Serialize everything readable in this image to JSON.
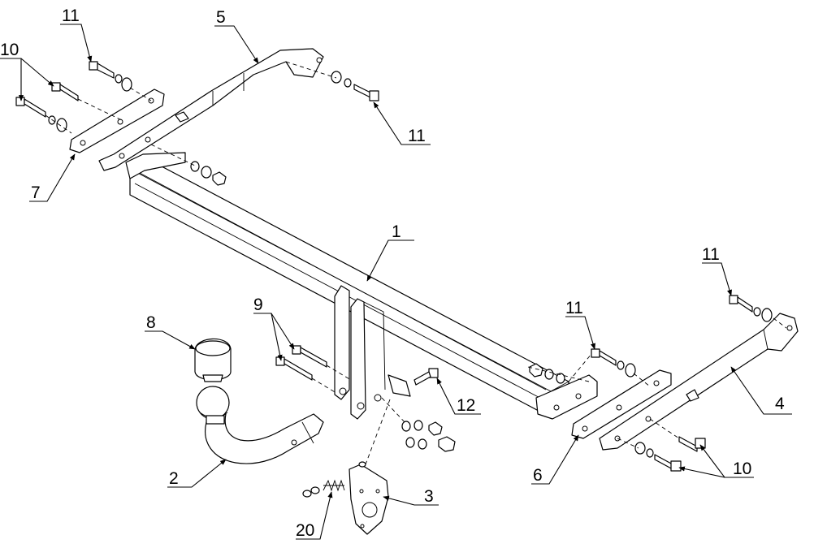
{
  "labels": {
    "l1": "1",
    "l2": "2",
    "l3": "3",
    "l4": "4",
    "l5": "5",
    "l6": "6",
    "l7": "7",
    "l8": "8",
    "l9": "9",
    "l10a": "10",
    "l10b": "10",
    "l11a": "11",
    "l11b": "11",
    "l11c": "11",
    "l11d": "11",
    "l12": "12",
    "l20": "20"
  }
}
